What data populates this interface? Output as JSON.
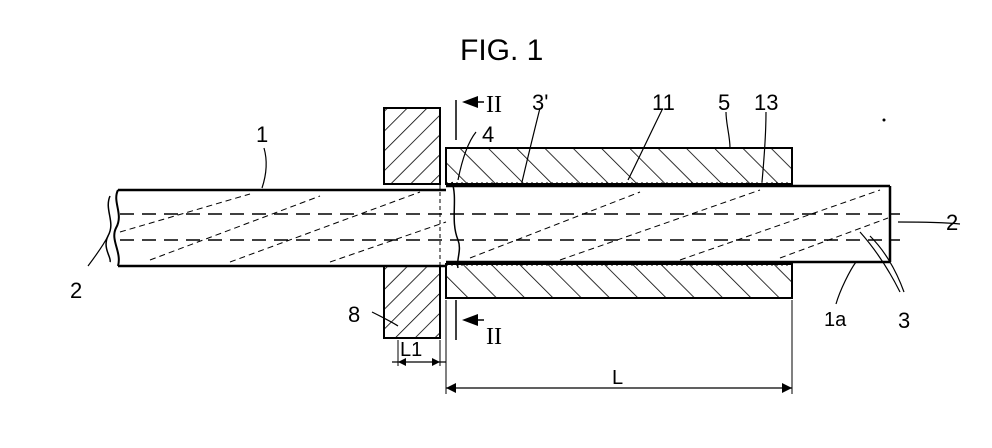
{
  "figure": {
    "title": "FIG. 1",
    "labels": {
      "rod": "1",
      "rod_end": "1a",
      "fiber_left": "2",
      "fiber_right": "2",
      "strands": "3",
      "strand_prime": "3'",
      "gap": "4",
      "sleeve": "5",
      "clamp": "8",
      "adhesive": "11",
      "sleeve_end": "13",
      "section_mark_top": "II",
      "section_mark_bottom": "II",
      "dim_L1": "L1",
      "dim_L": "L"
    }
  }
}
